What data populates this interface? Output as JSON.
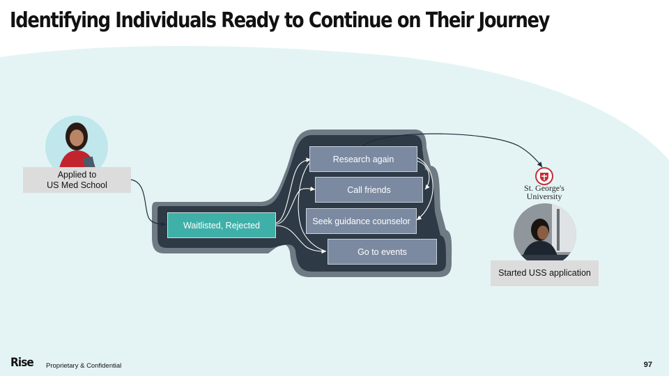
{
  "slide": {
    "title": "Identifying Individuals Ready to Continue on Their Journey",
    "footer_brand": "Rise",
    "footer_note": "Proprietary & Confidential",
    "page_number": "97"
  },
  "diagram": {
    "start_label": "Applied to\nUS Med School",
    "status_label": "Waitlisted, Rejected",
    "steps": [
      "Research again",
      "Call friends",
      "Seek guidance counselor",
      "Go to events"
    ],
    "university_name": "St. George's\nUniversity",
    "end_label": "Started USS application"
  },
  "icons": {
    "student_photo": "student-with-books-avatar",
    "applicant_photo": "student-at-window-avatar",
    "university_logo": "university-crest-logo"
  },
  "colors": {
    "background_wave": "#e4f4f4",
    "step_fill": "#7b8aa1",
    "status_fill": "#3fb0a8",
    "container_dark": "#2e3a45",
    "container_halo": "#6e7a84",
    "label_fill": "#dcdcdc",
    "crest_red": "#c0303a"
  }
}
